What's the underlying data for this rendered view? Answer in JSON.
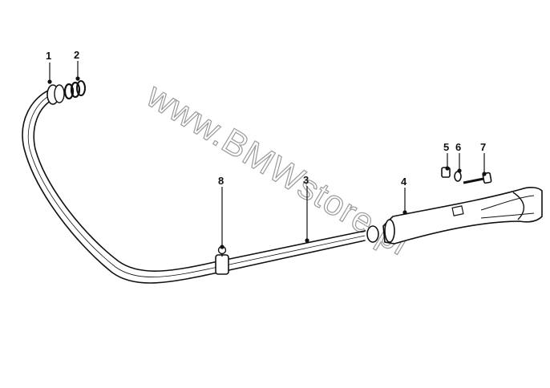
{
  "watermark": {
    "text": "www.BMWstore.pl"
  },
  "callouts": [
    {
      "id": "1",
      "label": "1"
    },
    {
      "id": "2",
      "label": "2"
    },
    {
      "id": "3",
      "label": "3"
    },
    {
      "id": "4",
      "label": "4"
    },
    {
      "id": "5",
      "label": "5"
    },
    {
      "id": "6",
      "label": "6"
    },
    {
      "id": "7",
      "label": "7"
    },
    {
      "id": "8",
      "label": "8"
    }
  ],
  "colors": {
    "ink": "#111111",
    "watermark": "#9a9a9a",
    "background": "#ffffff"
  }
}
